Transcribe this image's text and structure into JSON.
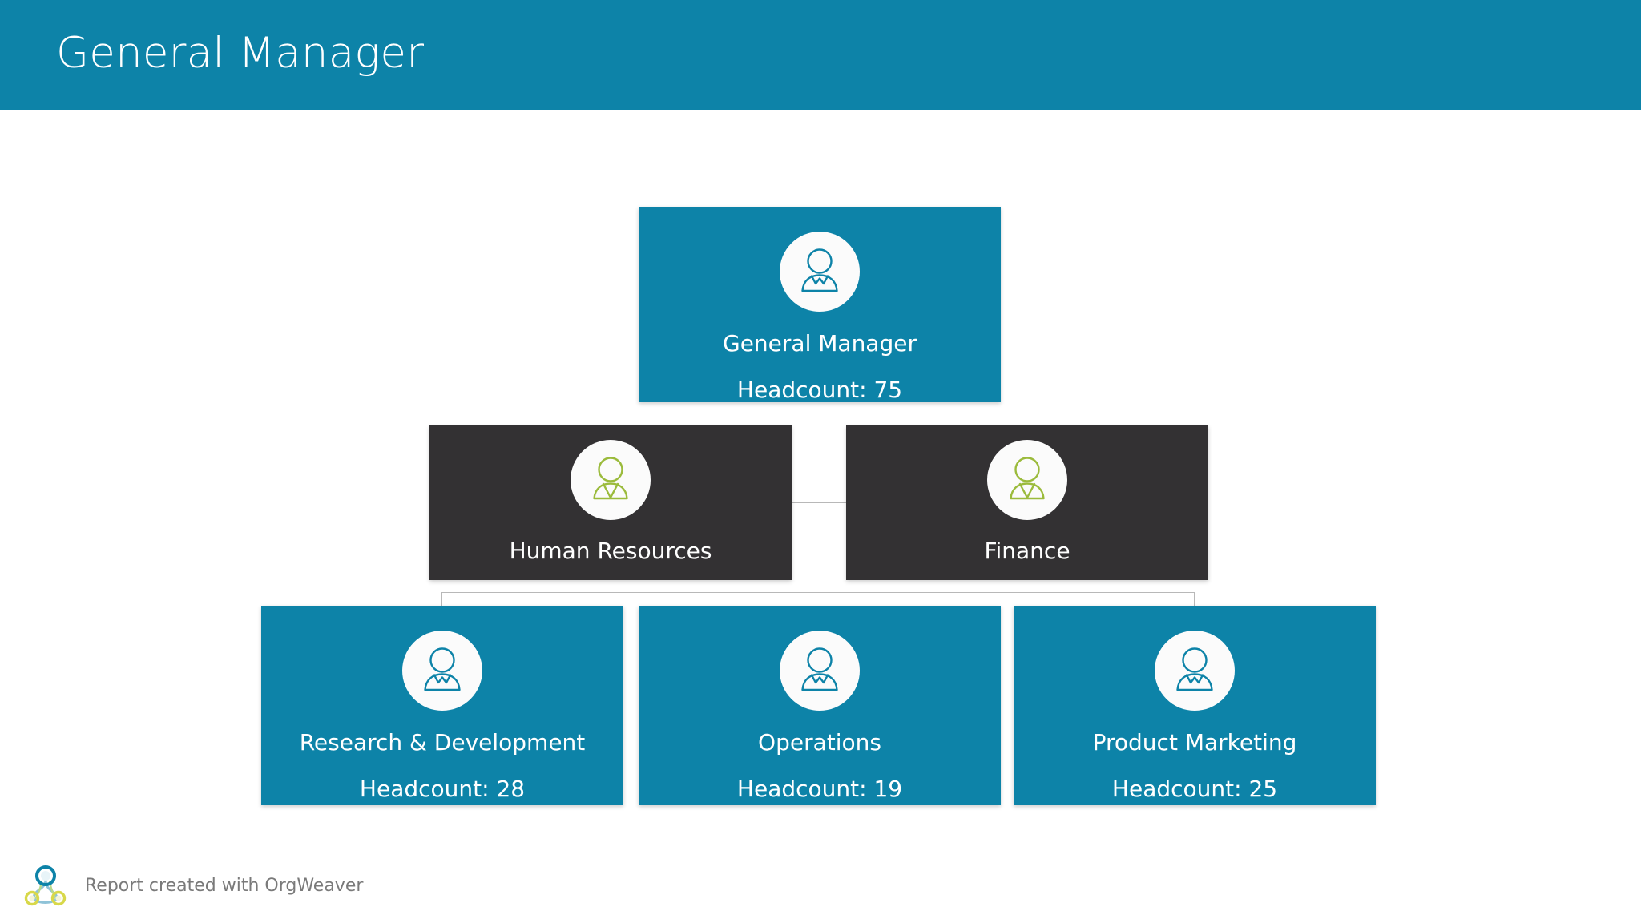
{
  "header": {
    "title": "General Manager",
    "background_color": "#0d83a8",
    "text_color": "#ffffff"
  },
  "theme": {
    "teal": "#0d83a8",
    "dark": "#333133",
    "green": "#9bbb3c",
    "connector": "#b8b8b8",
    "page_background": "#ffffff",
    "avatar_background": "#fbfbfb"
  },
  "chart_data": {
    "type": "org-chart",
    "title": "General Manager",
    "orientation": "top-down",
    "levels": 3,
    "nodes": [
      {
        "id": "root",
        "title": "General Manager",
        "headcount_label": "Headcount:  75",
        "headcount": 75,
        "style": "teal",
        "icon": "person-icon",
        "icon_color": "#0d83a8",
        "level": 0,
        "parent": null
      },
      {
        "id": "hr",
        "title": "Human Resources",
        "headcount_label": "",
        "headcount": null,
        "style": "dark",
        "icon": "person-icon",
        "icon_color": "#9bbb3c",
        "level": 1,
        "parent": "root",
        "role": "assistant"
      },
      {
        "id": "finance",
        "title": "Finance",
        "headcount_label": "",
        "headcount": null,
        "style": "dark",
        "icon": "person-icon",
        "icon_color": "#9bbb3c",
        "level": 1,
        "parent": "root",
        "role": "assistant"
      },
      {
        "id": "rd",
        "title": "Research & Development",
        "headcount_label": "Headcount:  28",
        "headcount": 28,
        "style": "teal",
        "icon": "person-icon",
        "icon_color": "#0d83a8",
        "level": 2,
        "parent": "root"
      },
      {
        "id": "ops",
        "title": "Operations",
        "headcount_label": "Headcount:  19",
        "headcount": 19,
        "style": "teal",
        "icon": "person-icon",
        "icon_color": "#0d83a8",
        "level": 2,
        "parent": "root"
      },
      {
        "id": "pm",
        "title": "Product Marketing",
        "headcount_label": "Headcount:  25",
        "headcount": 25,
        "style": "teal",
        "icon": "person-icon",
        "icon_color": "#0d83a8",
        "level": 2,
        "parent": "root"
      }
    ]
  },
  "footer": {
    "text": "Report created with OrgWeaver",
    "logo": "orgweaver-logo"
  }
}
